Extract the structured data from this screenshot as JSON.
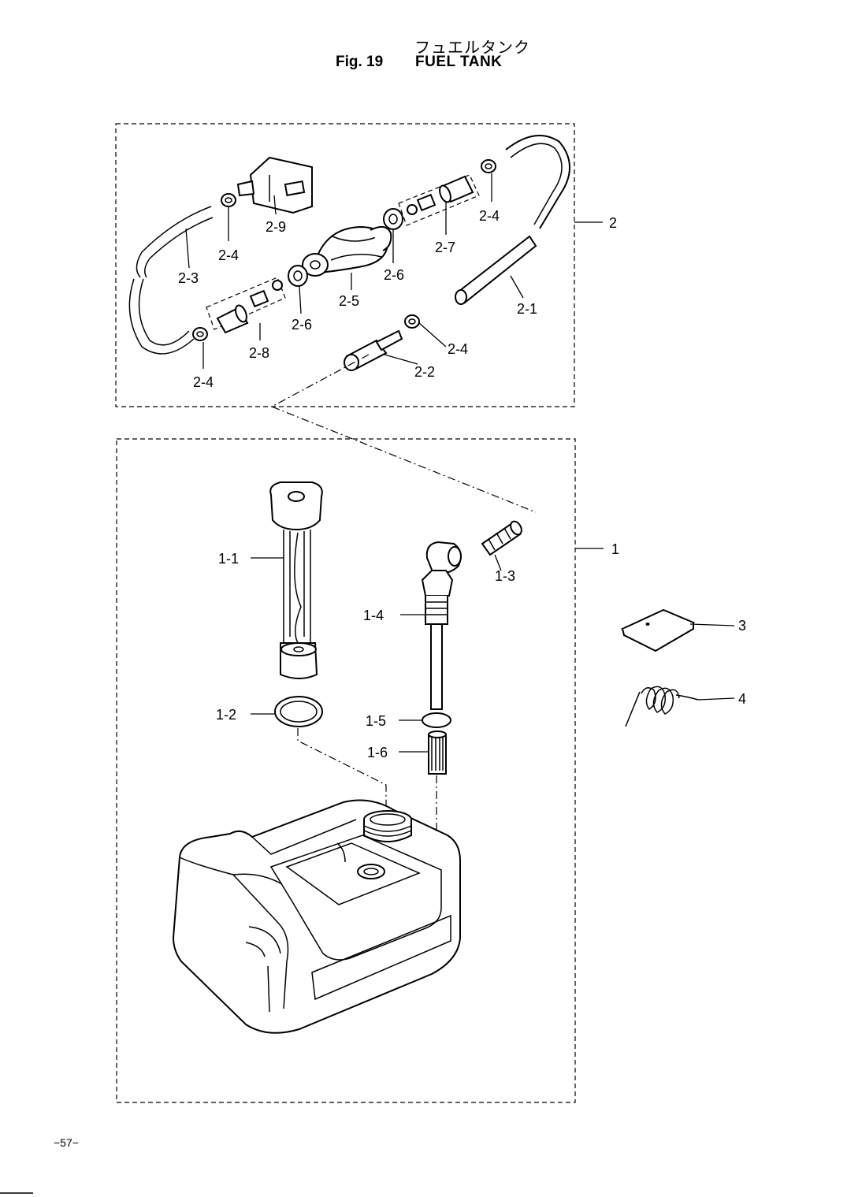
{
  "header": {
    "japanese_title": "フュエルタンク",
    "figure_number": "Fig. 19",
    "title": "FUEL TANK"
  },
  "page_number": "−57−",
  "callouts": {
    "c2": "2",
    "c2_1": "2-1",
    "c2_2": "2-2",
    "c2_3": "2-3",
    "c2_4a": "2-4",
    "c2_4b": "2-4",
    "c2_4c": "2-4",
    "c2_4d": "2-4",
    "c2_5": "2-5",
    "c2_6a": "2-6",
    "c2_6b": "2-6",
    "c2_7": "2-7",
    "c2_8": "2-8",
    "c2_9": "2-9",
    "c1": "1",
    "c1_1": "1-1",
    "c1_2": "1-2",
    "c1_3": "1-3",
    "c1_4": "1-4",
    "c1_5": "1-5",
    "c1_6": "1-6",
    "c3": "3",
    "c4": "4"
  }
}
